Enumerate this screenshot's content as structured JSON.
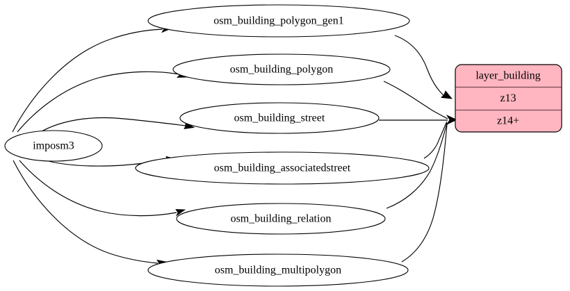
{
  "graph": {
    "background_color": "#ffffff",
    "edge_color": "#000000",
    "node_fill": "#ffffff",
    "node_stroke": "#000000",
    "table_fill": "#ffb6c1",
    "table_stroke": "#000000",
    "table_divider_color": "#7a4a52"
  },
  "source": {
    "label": "imposm3"
  },
  "tables": [
    {
      "label": "osm_building_polygon_gen1"
    },
    {
      "label": "osm_building_polygon"
    },
    {
      "label": "osm_building_street"
    },
    {
      "label": "osm_building_associatedstreet"
    },
    {
      "label": "osm_building_relation"
    },
    {
      "label": "osm_building_multipolygon"
    }
  ],
  "layer": {
    "title": "layer_building",
    "rows": [
      {
        "label": "z13"
      },
      {
        "label": "z14+"
      }
    ]
  }
}
